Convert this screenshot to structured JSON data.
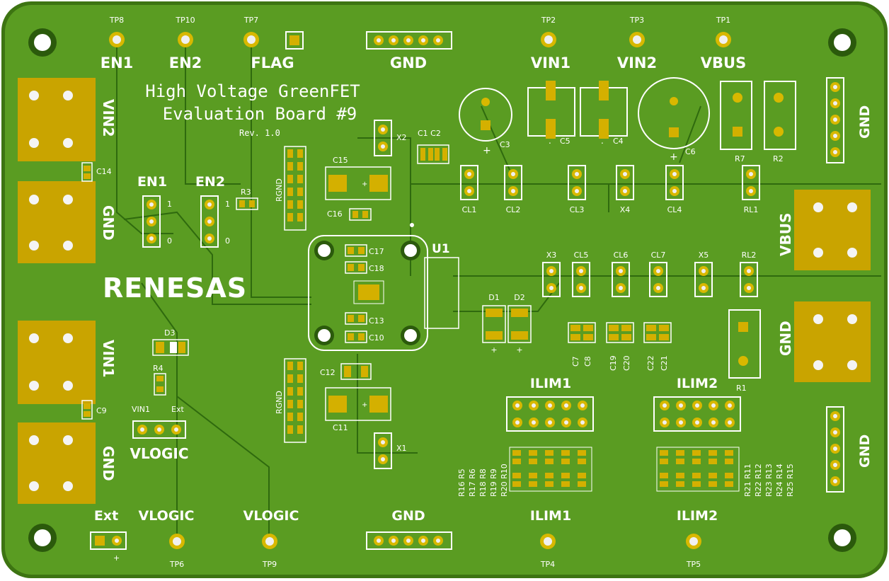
{
  "board": {
    "title_line1": "High Voltage GreenFET",
    "title_line2": "Evaluation Board #9",
    "revision": "Rev. 1.0",
    "logo": "RENESAS",
    "colors": {
      "pcb": "#5a9c22",
      "pcb_edge": "#3d7412",
      "gold": "#d4b000",
      "silk": "#ffffff",
      "bg": "#ffffff"
    }
  },
  "testpoints": [
    {
      "ref": "TP8",
      "net": "EN1"
    },
    {
      "ref": "TP10",
      "net": "EN2"
    },
    {
      "ref": "TP7",
      "net": "FLAG"
    },
    {
      "ref": "TP2",
      "net": "VIN1"
    },
    {
      "ref": "TP3",
      "net": "VIN2"
    },
    {
      "ref": "TP1",
      "net": "VBUS"
    },
    {
      "ref": "TP6",
      "net": "VLOGIC"
    },
    {
      "ref": "TP9",
      "net": "VLOGIC"
    },
    {
      "ref": "TP4",
      "net": "ILIM1"
    },
    {
      "ref": "TP5",
      "net": "ILIM2"
    }
  ],
  "labels": {
    "gnd": "GND",
    "vin1": "VIN1",
    "vin2": "VIN2",
    "vbus": "VBUS",
    "en1": "EN1",
    "en2": "EN2",
    "one": "1",
    "zero": "0",
    "rgnd": "RGND",
    "vlogic": "VLOGIC",
    "ext": "Ext",
    "vin1_small": "VIN1",
    "ilim1": "ILIM1",
    "ilim2": "ILIM2",
    "plus": "+",
    "dot": "."
  },
  "refdes": {
    "c14": "C14",
    "c9": "C9",
    "r3": "R3",
    "x2": "X2",
    "c1c2": "C1 C2",
    "c15": "C15",
    "c16": "C16",
    "c17": "C17",
    "c18": "C18",
    "c13": "C13",
    "c10": "C10",
    "c12": "C12",
    "c11": "C11",
    "x1": "X1",
    "u1": "U1",
    "d1": "D1",
    "d2": "D2",
    "d3": "D3",
    "r4": "R4",
    "c3": "C3",
    "c5": "C5",
    "c4": "C4",
    "c6": "C6",
    "r7": "R7",
    "r2": "R2",
    "cl1": "CL1",
    "cl2": "CL2",
    "cl3": "CL3",
    "x4": "X4",
    "cl4": "CL4",
    "rl1": "RL1",
    "x3": "X3",
    "cl5": "CL5",
    "cl6": "CL6",
    "cl7": "CL7",
    "x5": "X5",
    "rl2": "RL2",
    "c7": "C7",
    "c8": "C8",
    "c19": "C19",
    "c20": "C20",
    "c22": "C22",
    "c21": "C21",
    "r1": "R1",
    "r16r5": "R16 R5",
    "r17r6": "R17 R6",
    "r18r8": "R18 R8",
    "r19r9": "R19 R9",
    "r20r10": "R20 R10",
    "r21r11": "R21 R11",
    "r22r12": "R22 R12",
    "r23r13": "R23 R13",
    "r24r14": "R24 R14",
    "r25r15": "R25 R15"
  }
}
